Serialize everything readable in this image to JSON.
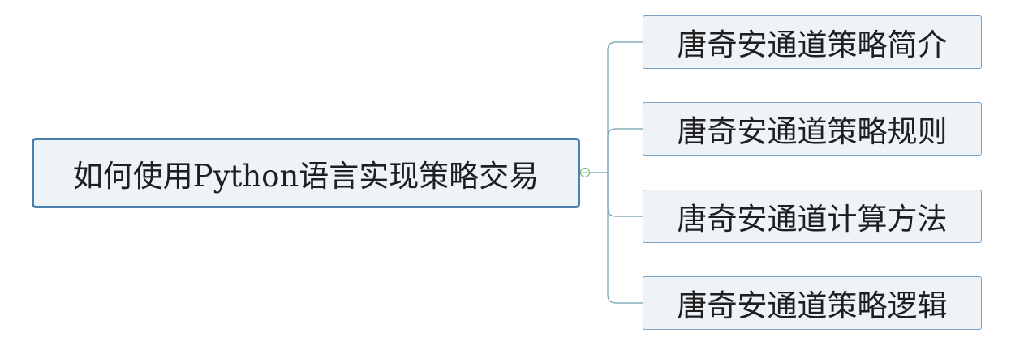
{
  "root": {
    "label": "如何使用Python语言实现策略交易"
  },
  "children": [
    {
      "label": "唐奇安通道策略简介"
    },
    {
      "label": "唐奇安通道策略规则"
    },
    {
      "label": "唐奇安通道计算方法"
    },
    {
      "label": "唐奇安通道策略逻辑"
    }
  ],
  "colors": {
    "connector": "#6e9fae",
    "root_border": "#4c7fae",
    "child_border": "#7aa2c4",
    "node_fill": "#eef3f8",
    "collapse_toggle": "#7fb87f"
  },
  "icons": {
    "collapse": "minus-circle-icon"
  }
}
